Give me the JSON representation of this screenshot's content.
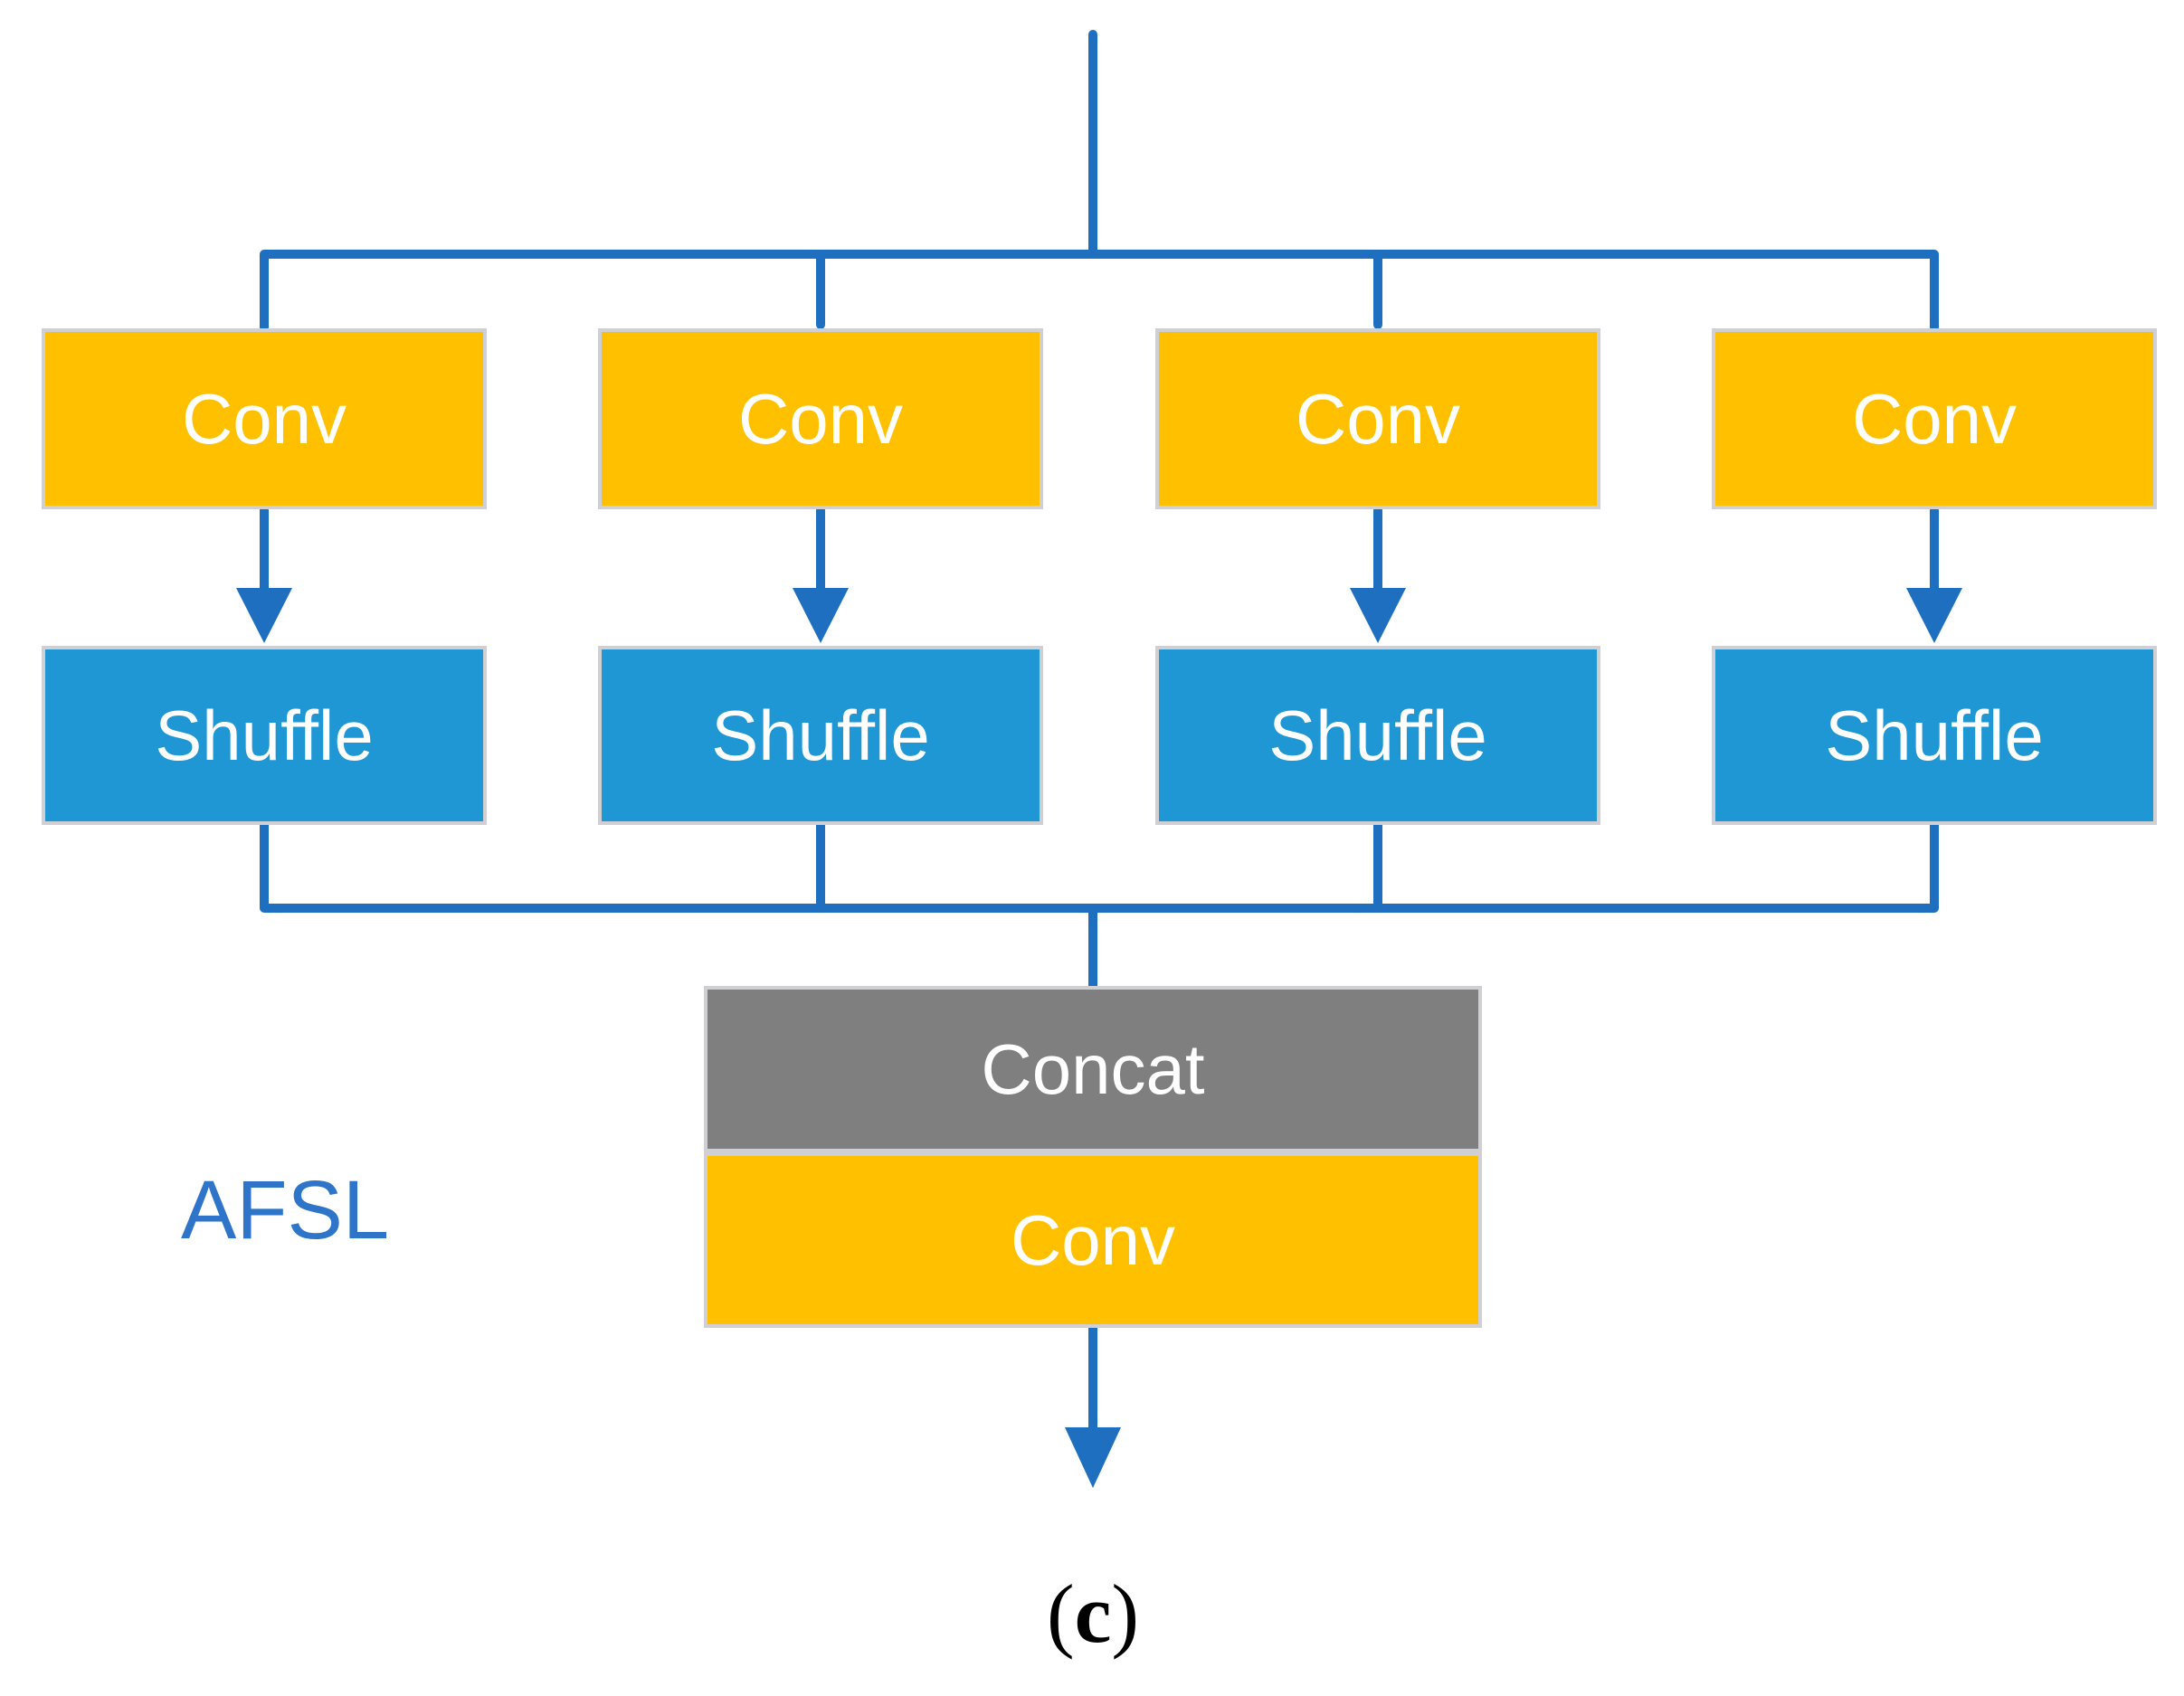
{
  "figure": {
    "group_label": "AFSL",
    "caption": {
      "open": "(",
      "letter": "c",
      "close": ")"
    },
    "branches": [
      {
        "conv": "Conv",
        "shuffle": "Shuffle"
      },
      {
        "conv": "Conv",
        "shuffle": "Shuffle"
      },
      {
        "conv": "Conv",
        "shuffle": "Shuffle"
      },
      {
        "conv": "Conv",
        "shuffle": "Shuffle"
      }
    ],
    "merge": {
      "concat": "Concat",
      "conv": "Conv"
    },
    "colors": {
      "conv_fill": "#FFC000",
      "shuffle_fill": "#1F97D4",
      "concat_fill": "#7F7F7F",
      "box_border": "#D0CFD4",
      "box_text": "#FFFFFF",
      "connector": "#1F6FC0",
      "group_label_text": "#2E74C8",
      "caption_text": "#000000"
    }
  }
}
